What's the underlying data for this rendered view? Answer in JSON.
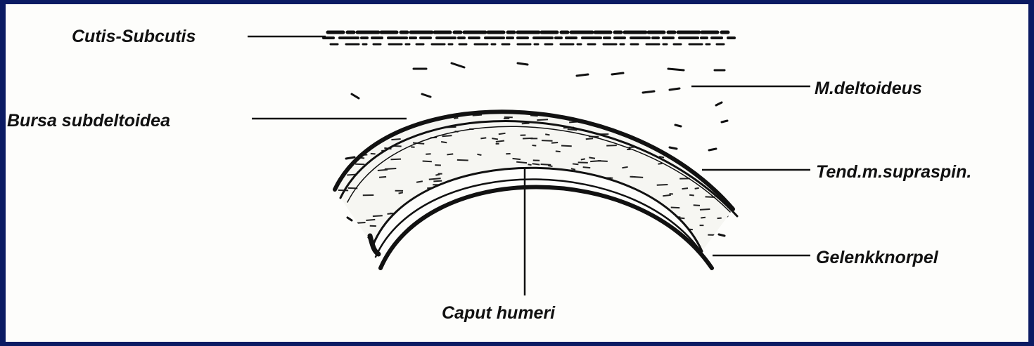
{
  "labels": {
    "cutis": "Cutis-Subcutis",
    "deltoid": "M.deltoideus",
    "bursa": "Bursa subdeltoidea",
    "tendon": "Tend.m.supraspin.",
    "cartilage": "Gelenkknorpel",
    "caput": "Caput humeri"
  },
  "colors": {
    "frame_border": "#0b1b63",
    "background": "#fdfdfb",
    "ink": "#111111"
  }
}
